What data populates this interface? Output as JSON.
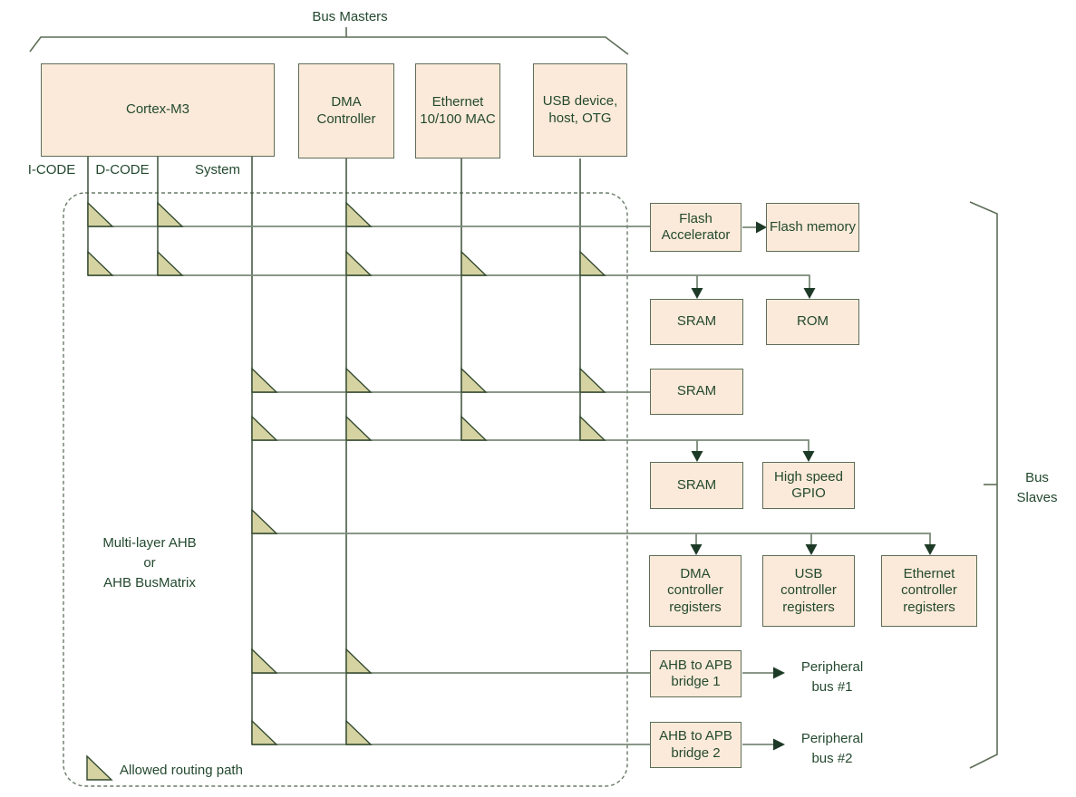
{
  "colors": {
    "background": "#ffffff",
    "box_fill": "#fbead9",
    "box_border": "#5d6d57",
    "text": "#24492f",
    "bus_line_horizontal": "#7a8a78",
    "bus_line_vertical": "#3c5038",
    "triangle_fill": "#d6d3a3",
    "triangle_border": "#33492e",
    "arrowhead": "#1d3a27",
    "dashed_border": "#6a7b69"
  },
  "labels": {
    "bus_masters": "Bus Masters",
    "bus_slaves": [
      "Bus",
      "Slaves"
    ],
    "matrix": [
      "Multi-layer AHB",
      "or",
      "AHB BusMatrix"
    ],
    "legend": "Allowed routing path"
  },
  "masters": [
    {
      "label": "Cortex-M3"
    },
    {
      "label": "DMA Controller"
    },
    {
      "label": "Ethernet 10/100 MAC"
    },
    {
      "label": "USB device, host, OTG"
    }
  ],
  "cortex_ports": [
    "I-CODE",
    "D-CODE",
    "System"
  ],
  "slaves": {
    "flash_accelerator": "Flash Accelerator",
    "flash_memory": "Flash memory",
    "sram_row2": "SRAM",
    "rom": "ROM",
    "sram_row3": "SRAM",
    "sram_row4": "SRAM",
    "gpio": "High speed GPIO",
    "dma_registers": "DMA controller registers",
    "usb_registers": "USB controller registers",
    "ethernet_registers": "Ethernet controller registers",
    "bridge1": "AHB to APB bridge 1",
    "bridge2": "AHB to APB bridge 2",
    "peripheral_bus1": "Peripheral bus #1",
    "peripheral_bus2": "Peripheral bus #2"
  },
  "routing": {
    "columns": [
      "I-CODE",
      "D-CODE",
      "System",
      "DMA",
      "Ethernet",
      "USB"
    ],
    "rows": [
      {
        "target": "Flash Accelerator / Flash memory",
        "allowed": [
          "I-CODE",
          "D-CODE",
          "DMA"
        ]
      },
      {
        "target": "SRAM, ROM",
        "allowed": [
          "I-CODE",
          "D-CODE",
          "DMA",
          "Ethernet",
          "USB"
        ]
      },
      {
        "target": "SRAM",
        "allowed": [
          "System",
          "DMA",
          "Ethernet",
          "USB"
        ]
      },
      {
        "target": "SRAM, High speed GPIO",
        "allowed": [
          "System",
          "DMA",
          "Ethernet",
          "USB"
        ]
      },
      {
        "target": "DMA / USB / Ethernet controller registers",
        "allowed": [
          "System"
        ]
      },
      {
        "target": "AHB to APB bridge 1",
        "allowed": [
          "System",
          "DMA"
        ]
      },
      {
        "target": "AHB to APB bridge 2",
        "allowed": [
          "System",
          "DMA"
        ]
      }
    ]
  }
}
